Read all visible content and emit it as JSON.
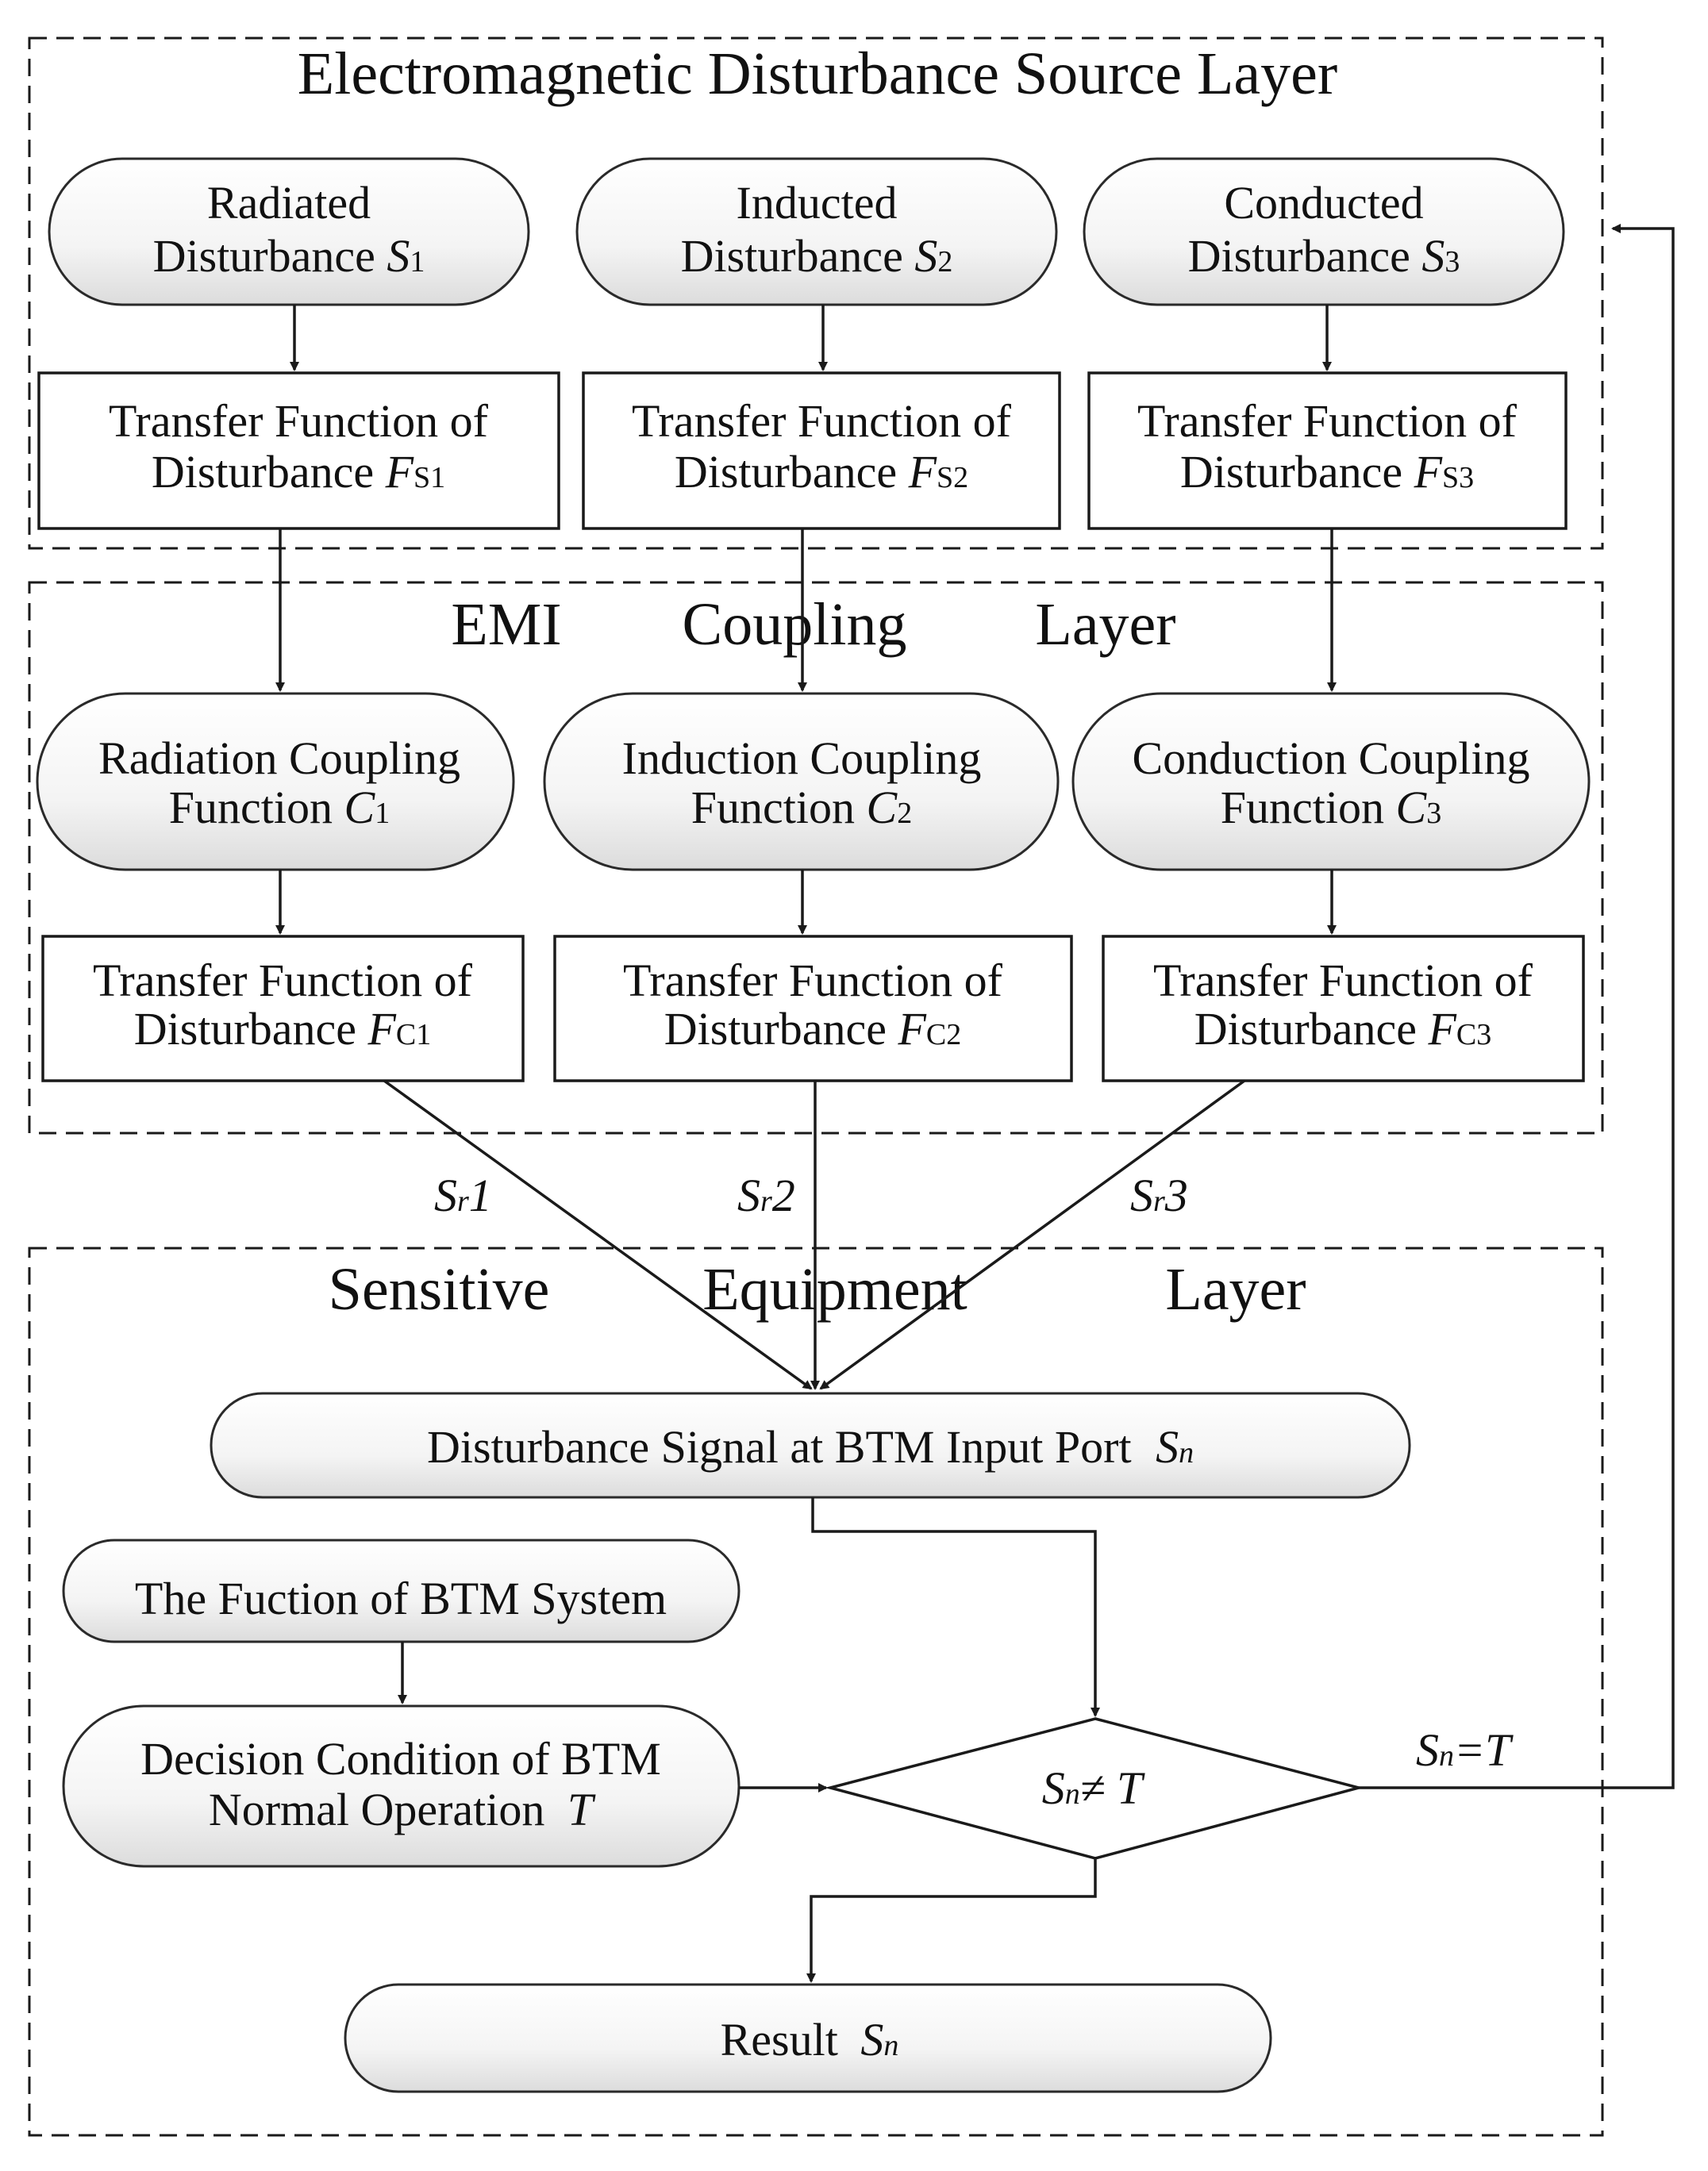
{
  "layers": {
    "source": "Electromagnetic Disturbance Source Layer",
    "coupling": [
      "EMI",
      "Coupling",
      "Layer"
    ],
    "equipment": [
      "Sensitive",
      "Equipment",
      "Layer"
    ]
  },
  "source_nodes": [
    {
      "line1": "Radiated",
      "line2": "Disturbance",
      "sym": "S",
      "sub": "1"
    },
    {
      "line1": "Inducted",
      "line2": "Disturbance",
      "sym": "S",
      "sub": "2"
    },
    {
      "line1": "Conducted",
      "line2": "Disturbance",
      "sym": "S",
      "sub": "3"
    }
  ],
  "source_transfers": [
    {
      "line1": "Transfer Function of",
      "line2": "Disturbance",
      "sym": "F",
      "sub": "S1"
    },
    {
      "line1": "Transfer Function of",
      "line2": "Disturbance",
      "sym": "F",
      "sub": "S2"
    },
    {
      "line1": "Transfer Function of",
      "line2": "Disturbance",
      "sym": "F",
      "sub": "S3"
    }
  ],
  "coupling_nodes": [
    {
      "line1": "Radiation Coupling",
      "line2": "Function",
      "sym": "C",
      "sub": "1"
    },
    {
      "line1": "Induction Coupling",
      "line2": "Function",
      "sym": "C",
      "sub": "2"
    },
    {
      "line1": "Conduction Coupling",
      "line2": "Function",
      "sym": "C",
      "sub": "3"
    }
  ],
  "coupling_transfers": [
    {
      "line1": "Transfer Function of",
      "line2": "Disturbance",
      "sym": "F",
      "sub": "C1"
    },
    {
      "line1": "Transfer Function of",
      "line2": "Disturbance",
      "sym": "F",
      "sub": "C2"
    },
    {
      "line1": "Transfer Function of",
      "line2": "Disturbance",
      "sym": "F",
      "sub": "C3"
    }
  ],
  "signals": [
    {
      "sym": "S",
      "sub": "r",
      "num": "1"
    },
    {
      "sym": "S",
      "sub": "r",
      "num": "2"
    },
    {
      "sym": "S",
      "sub": "r",
      "num": "3"
    }
  ],
  "input_port": {
    "text": "Disturbance Signal at BTM Input Port",
    "sym": "S",
    "sub": "n"
  },
  "btm_function": "The Fuction of BTM System",
  "decision": {
    "line1": "Decision Condition of BTM",
    "line2": "Normal Operation",
    "sym": "T"
  },
  "diamond": {
    "sym": "S",
    "sub": "n",
    "op": "≠",
    "rhs": "T"
  },
  "loop_label": {
    "sym": "S",
    "sub": "n",
    "op": "=",
    "rhs": "T"
  },
  "result": {
    "text": "Result",
    "sym": "S",
    "sub": "n"
  }
}
